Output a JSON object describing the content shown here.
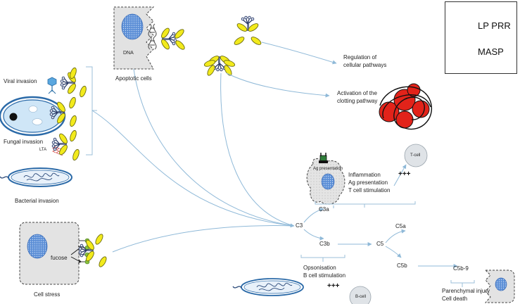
{
  "legend": {
    "lp_prr": "LP PRR",
    "masp": "MASP"
  },
  "labels": {
    "dna": "DNA",
    "apoptotic_cells": "Apoptotic cells",
    "regulation_line1": "Regulation of",
    "regulation_line2": "cellular pathways",
    "clotting_line1": "Activation of the",
    "clotting_line2": "clotting pathway",
    "viral_invasion": "Viral invasion",
    "fungal_invasion": "Fungal invasion",
    "lta": "LTA",
    "bacterial_invasion": "Bacterial invasion",
    "ag_presentation_cell": "Ag presentation",
    "inflammation_line1": "Inflammation",
    "inflammation_line2": "Ag presentation",
    "inflammation_line3": "T cell stimulation",
    "t_cell": "T-cell",
    "plus_plus_plus_top": "+++",
    "c3a": "C3a",
    "c3": "C3",
    "c3b": "C3b",
    "c5": "C5",
    "c5a": "C5a",
    "c5b": "C5b",
    "c5b9": "C5b-9",
    "fucose": "fucose",
    "cell_stress": "Cell stress",
    "opsonisation_line1": "Opsonisation",
    "opsonisation_line2": "B cell stimulation",
    "plus_plus_plus_bottom": "+++",
    "b_cell": "B-cell",
    "injury_line1": "Parenchymal injury",
    "injury_line2": "Cell death"
  },
  "colors": {
    "arrow": "#8fb9d8",
    "masp_fill": "#f2ea1c",
    "masp_stroke": "#6b6a10",
    "prr_stroke": "#2a3a66",
    "prr_dot": "#dfe6f5",
    "nucleus": "#5b8ed6",
    "cell_fill": "#e6e6e6",
    "clot_red": "#e2231a",
    "round_cell_fill": "#dfe3e7",
    "fucose_green": "#88c23f"
  }
}
